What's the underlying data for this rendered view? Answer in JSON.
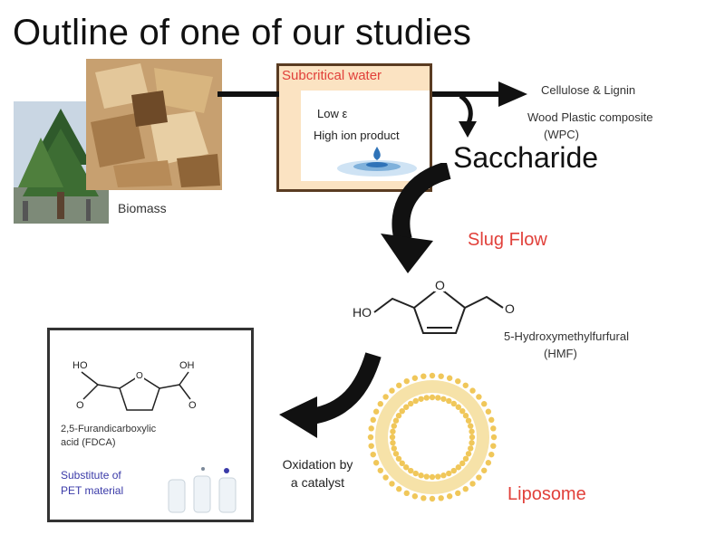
{
  "title": "Outline of one of our studies",
  "biomass_label": "Biomass",
  "subcritical": {
    "title": "Subcritical water",
    "low_label": "Low ε",
    "high_label": "High ion product"
  },
  "products": {
    "cellulose": "Cellulose & Lignin",
    "wpc_line1": "Wood Plastic composite",
    "wpc_line2": "(WPC)"
  },
  "saccharide": "Saccharide",
  "slug_flow": "Slug Flow",
  "hmf": {
    "ho": "HO",
    "o_ring": "O",
    "o_ald": "O",
    "name": "5-Hydroxymethylfurfural",
    "abbr": "(HMF)"
  },
  "fdca": {
    "ho": "HO",
    "oh": "OH",
    "o_left": "O",
    "o_ring": "O",
    "o_right": "O",
    "name_line1": "2,5-Furandicarboxylic",
    "name_line2": "acid (FDCA)",
    "pet_line1": "Substitute of",
    "pet_line2": "PET material"
  },
  "oxidation": {
    "line1": "Oxidation by",
    "line2": "a catalyst"
  },
  "liposome": "Liposome",
  "colors": {
    "accent_red": "#e1403a",
    "box_fill": "#fbe3c2",
    "box_border": "#5a3c22",
    "pet_blue": "#3a3aa8",
    "liposome_yellow": "#f0c75a",
    "arrow": "#111111"
  },
  "icons": {
    "biomass_tree": "tree-photo-icon",
    "wood_chips": "wood-chips-photo-icon",
    "water_drop": "water-drop-icon",
    "liposome": "liposome-icon"
  }
}
